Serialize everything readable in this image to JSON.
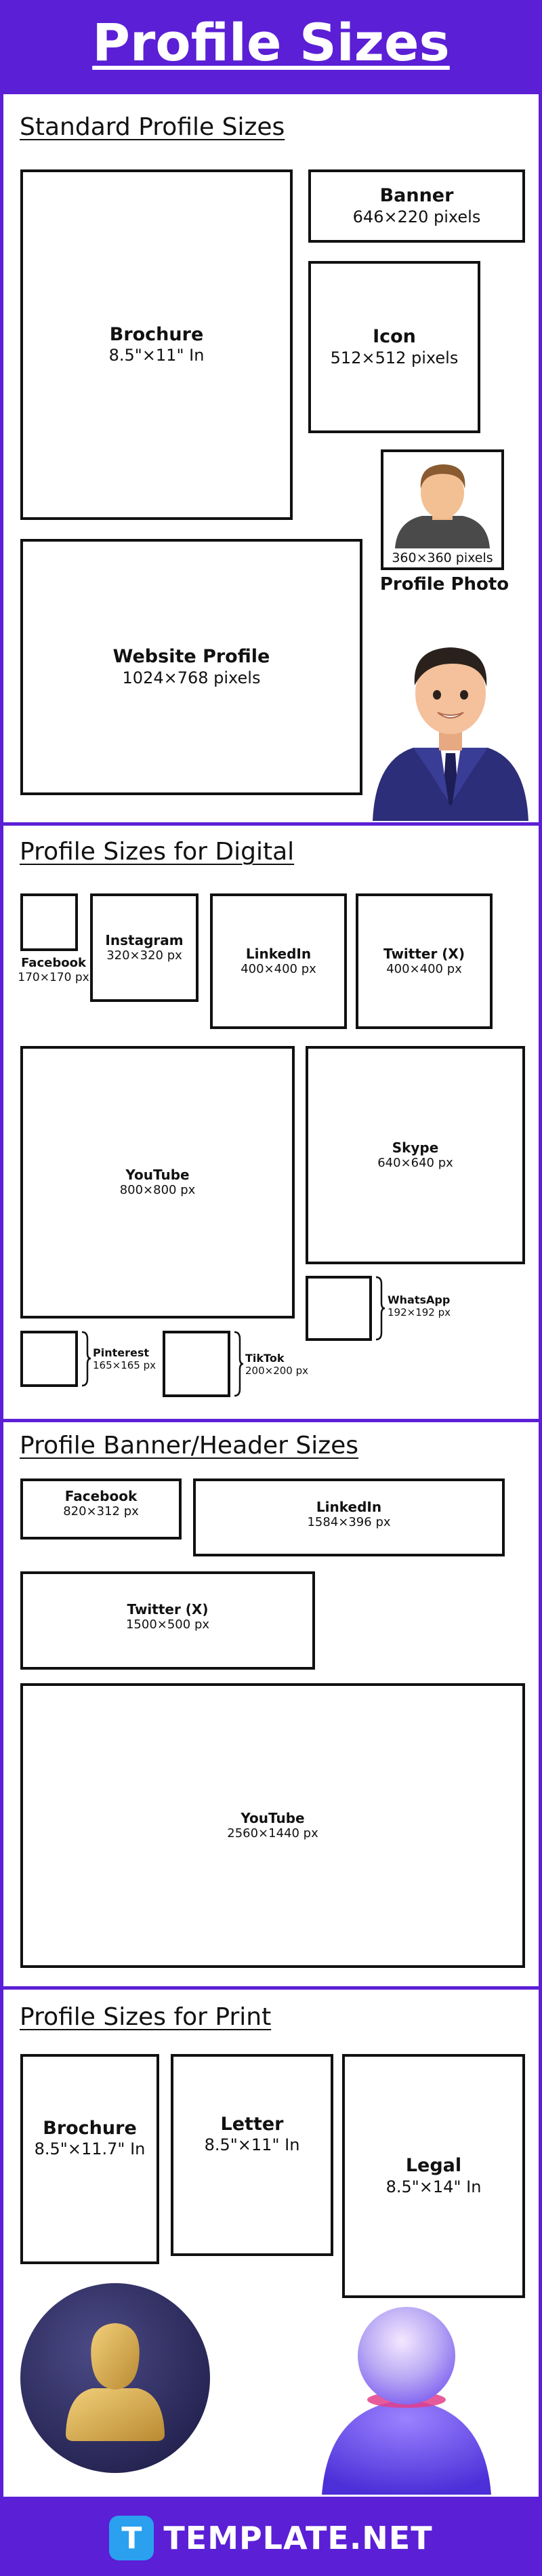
{
  "header": {
    "title": "Profile Sizes"
  },
  "standard": {
    "title": "Standard Profile Sizes",
    "brochure": {
      "name": "Brochure",
      "size": "8.5\"×11\" In"
    },
    "banner": {
      "name": "Banner",
      "size": "646×220 pixels"
    },
    "icon": {
      "name": "Icon",
      "size": "512×512 pixels"
    },
    "profile_photo": {
      "name": "Profile Photo",
      "size": "360×360 pixels"
    },
    "website": {
      "name": "Website Profile",
      "size": "1024×768 pixels"
    }
  },
  "digital": {
    "title": "Profile Sizes for Digital",
    "facebook": {
      "name": "Facebook",
      "size": "170×170 px"
    },
    "instagram": {
      "name": "Instagram",
      "size": "320×320 px"
    },
    "linkedin": {
      "name": "LinkedIn",
      "size": "400×400 px"
    },
    "twitter": {
      "name": "Twitter (X)",
      "size": "400×400 px"
    },
    "youtube": {
      "name": "YouTube",
      "size": "800×800 px"
    },
    "skype": {
      "name": "Skype",
      "size": "640×640 px"
    },
    "whatsapp": {
      "name": "WhatsApp",
      "size": "192×192 px"
    },
    "pinterest": {
      "name": "Pinterest",
      "size": "165×165 px"
    },
    "tiktok": {
      "name": "TikTok",
      "size": "200×200 px"
    }
  },
  "banner": {
    "title": "Profile Banner/Header Sizes",
    "facebook": {
      "name": "Facebook",
      "size": "820×312 px"
    },
    "linkedin": {
      "name": "LinkedIn",
      "size": "1584×396 px"
    },
    "twitter": {
      "name": "Twitter (X)",
      "size": "1500×500 px"
    },
    "youtube": {
      "name": "YouTube",
      "size": "2560×1440 px"
    }
  },
  "print": {
    "title": "Profile Sizes for Print",
    "brochure": {
      "name": "Brochure",
      "size": "8.5\"×11.7\" In"
    },
    "letter": {
      "name": "Letter",
      "size": "8.5\"×11\" In"
    },
    "legal": {
      "name": "Legal",
      "size": "8.5\"×14\" In"
    }
  },
  "footer": {
    "brand": "TEMPLATE.NET",
    "logo_letter": "T"
  },
  "colors": {
    "brand_purple": "#5b1fd6",
    "logo_blue": "#2aa0ee",
    "suit_navy": "#2c2e7a"
  }
}
